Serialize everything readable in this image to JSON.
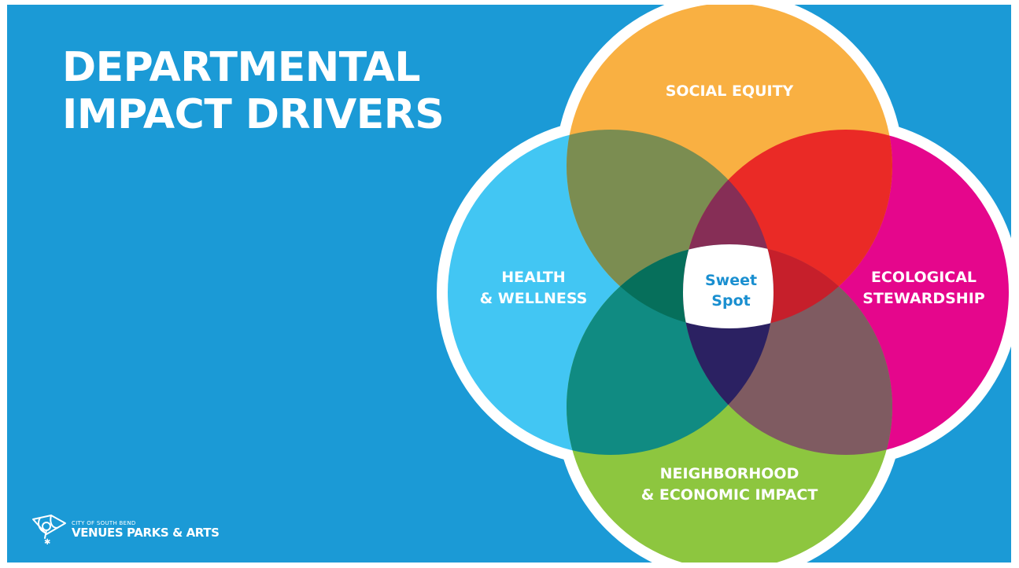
{
  "slide": {
    "title_line1": "DEPARTMENTAL",
    "title_line2": "IMPACT DRIVERS",
    "background_color": "#1b9ad6"
  },
  "venn": {
    "top": {
      "label": "SOCIAL EQUITY",
      "color": "#f9b042"
    },
    "left": {
      "label_line1": "HEALTH",
      "label_line2": "& WELLNESS",
      "color": "#42c6f3"
    },
    "right": {
      "label_line1": "ECOLOGICAL",
      "label_line2": "STEWARDSHIP",
      "color": "#e5068c"
    },
    "bottom": {
      "label_line1": "NEIGHBORHOOD",
      "label_line2": "& ECONOMIC IMPACT",
      "color": "#8dc63f"
    },
    "center": {
      "label_line1": "Sweet",
      "label_line2": "Spot"
    }
  },
  "logo": {
    "small_text": "CITY OF SOUTH BEND",
    "big_text": "VENUES PARKS & ARTS",
    "icon": "flag-balloon-icon"
  }
}
